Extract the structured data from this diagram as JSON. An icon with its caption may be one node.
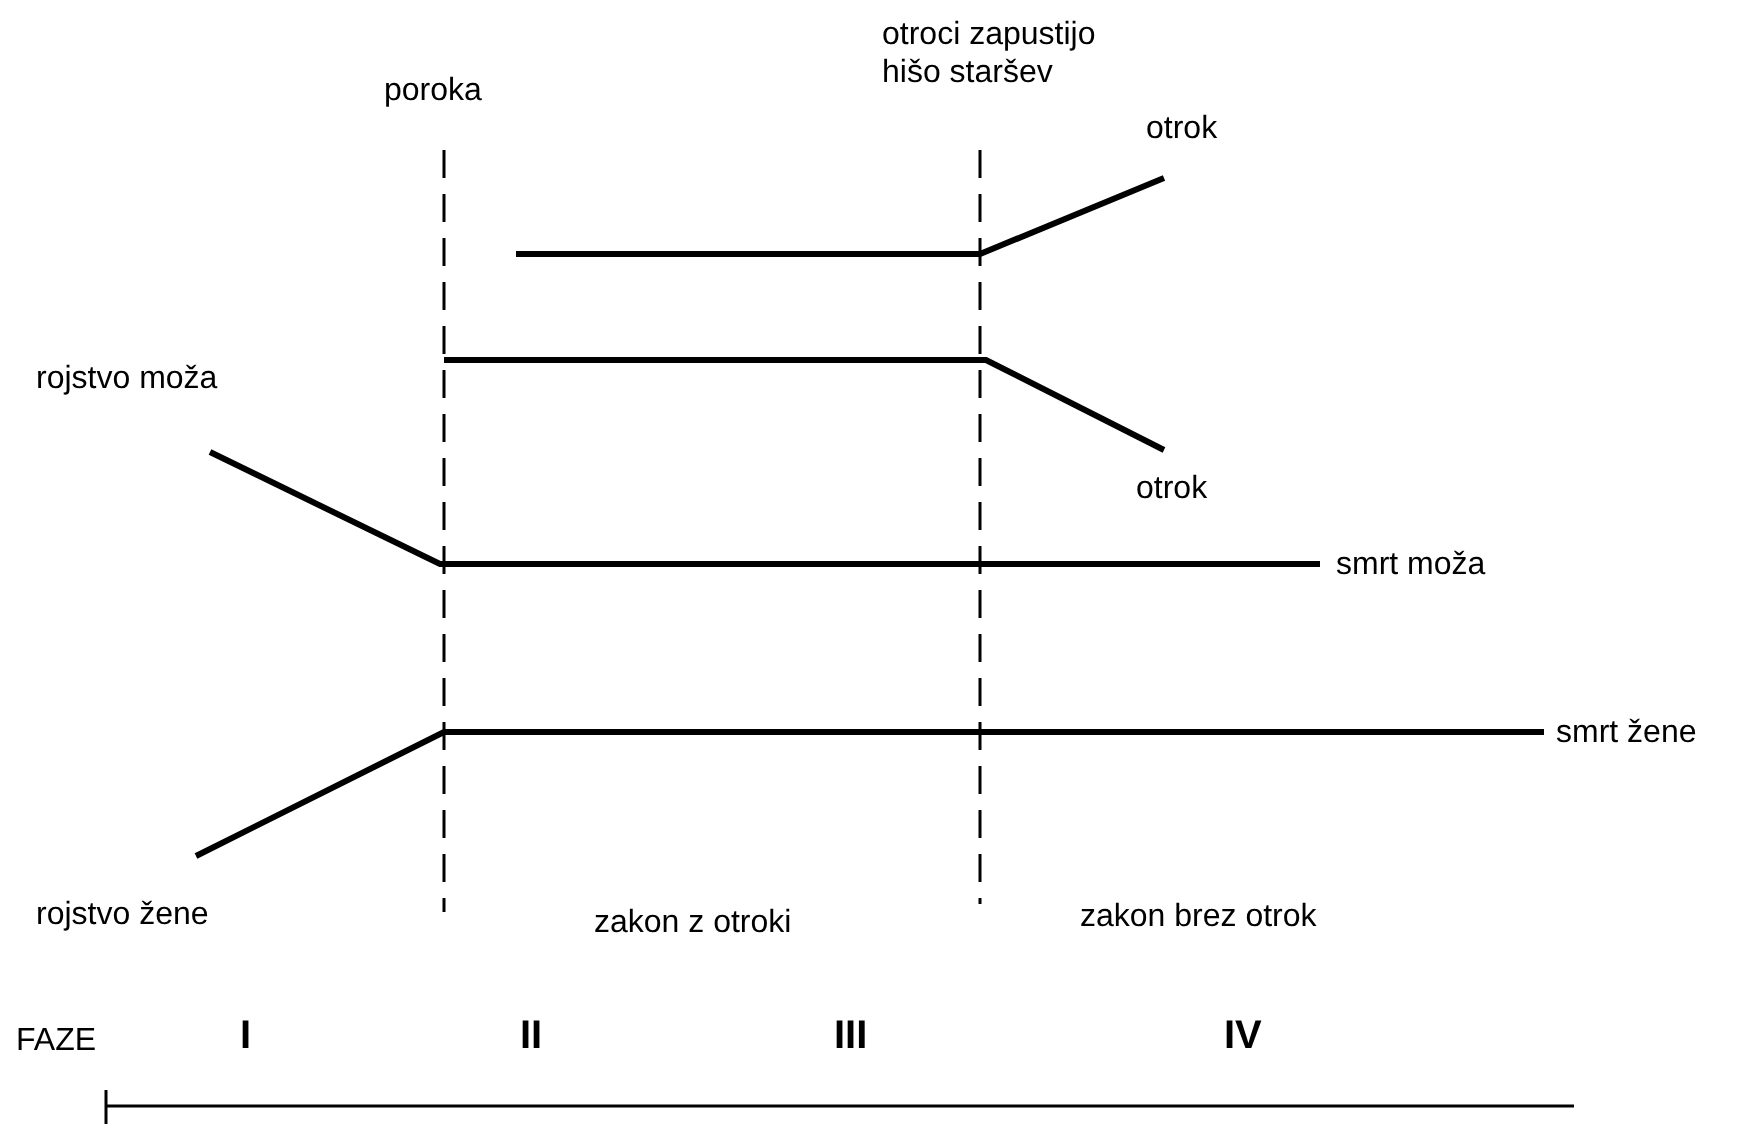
{
  "diagram": {
    "labels": [
      "otroci zapustijo hišo staršev",
      "poroka",
      "otrok",
      "rojstvo moža",
      "otrok",
      "smrt moža",
      "smrt žene",
      "rojstvo žene",
      "zakon z otroki",
      "zakon brez otrok",
      "FAZE",
      "I",
      "II",
      "III",
      "IV"
    ]
  }
}
